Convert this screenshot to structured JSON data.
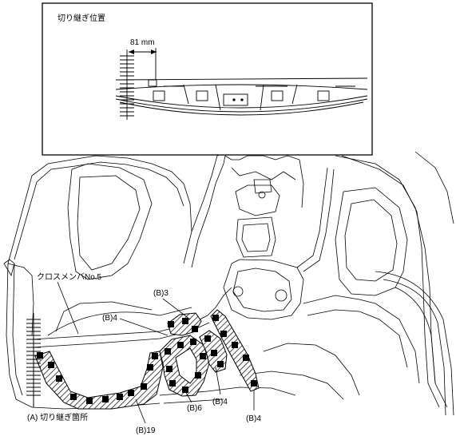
{
  "inset": {
    "title": "切り継ぎ位置",
    "dimension": "81 mm"
  },
  "labels": {
    "cross_member": "クロスメンバNo.5",
    "cut_location": "(A) 切り継ぎ箇所",
    "b3": "(B)3",
    "b4_upper": "(B)4",
    "b4_lower": "(B)4",
    "b4_right": "(B)4",
    "b6": "(B)6",
    "b19": "(B)19"
  },
  "colors": {
    "line": "#000000",
    "hatch": "#000000",
    "background": "#ffffff"
  }
}
